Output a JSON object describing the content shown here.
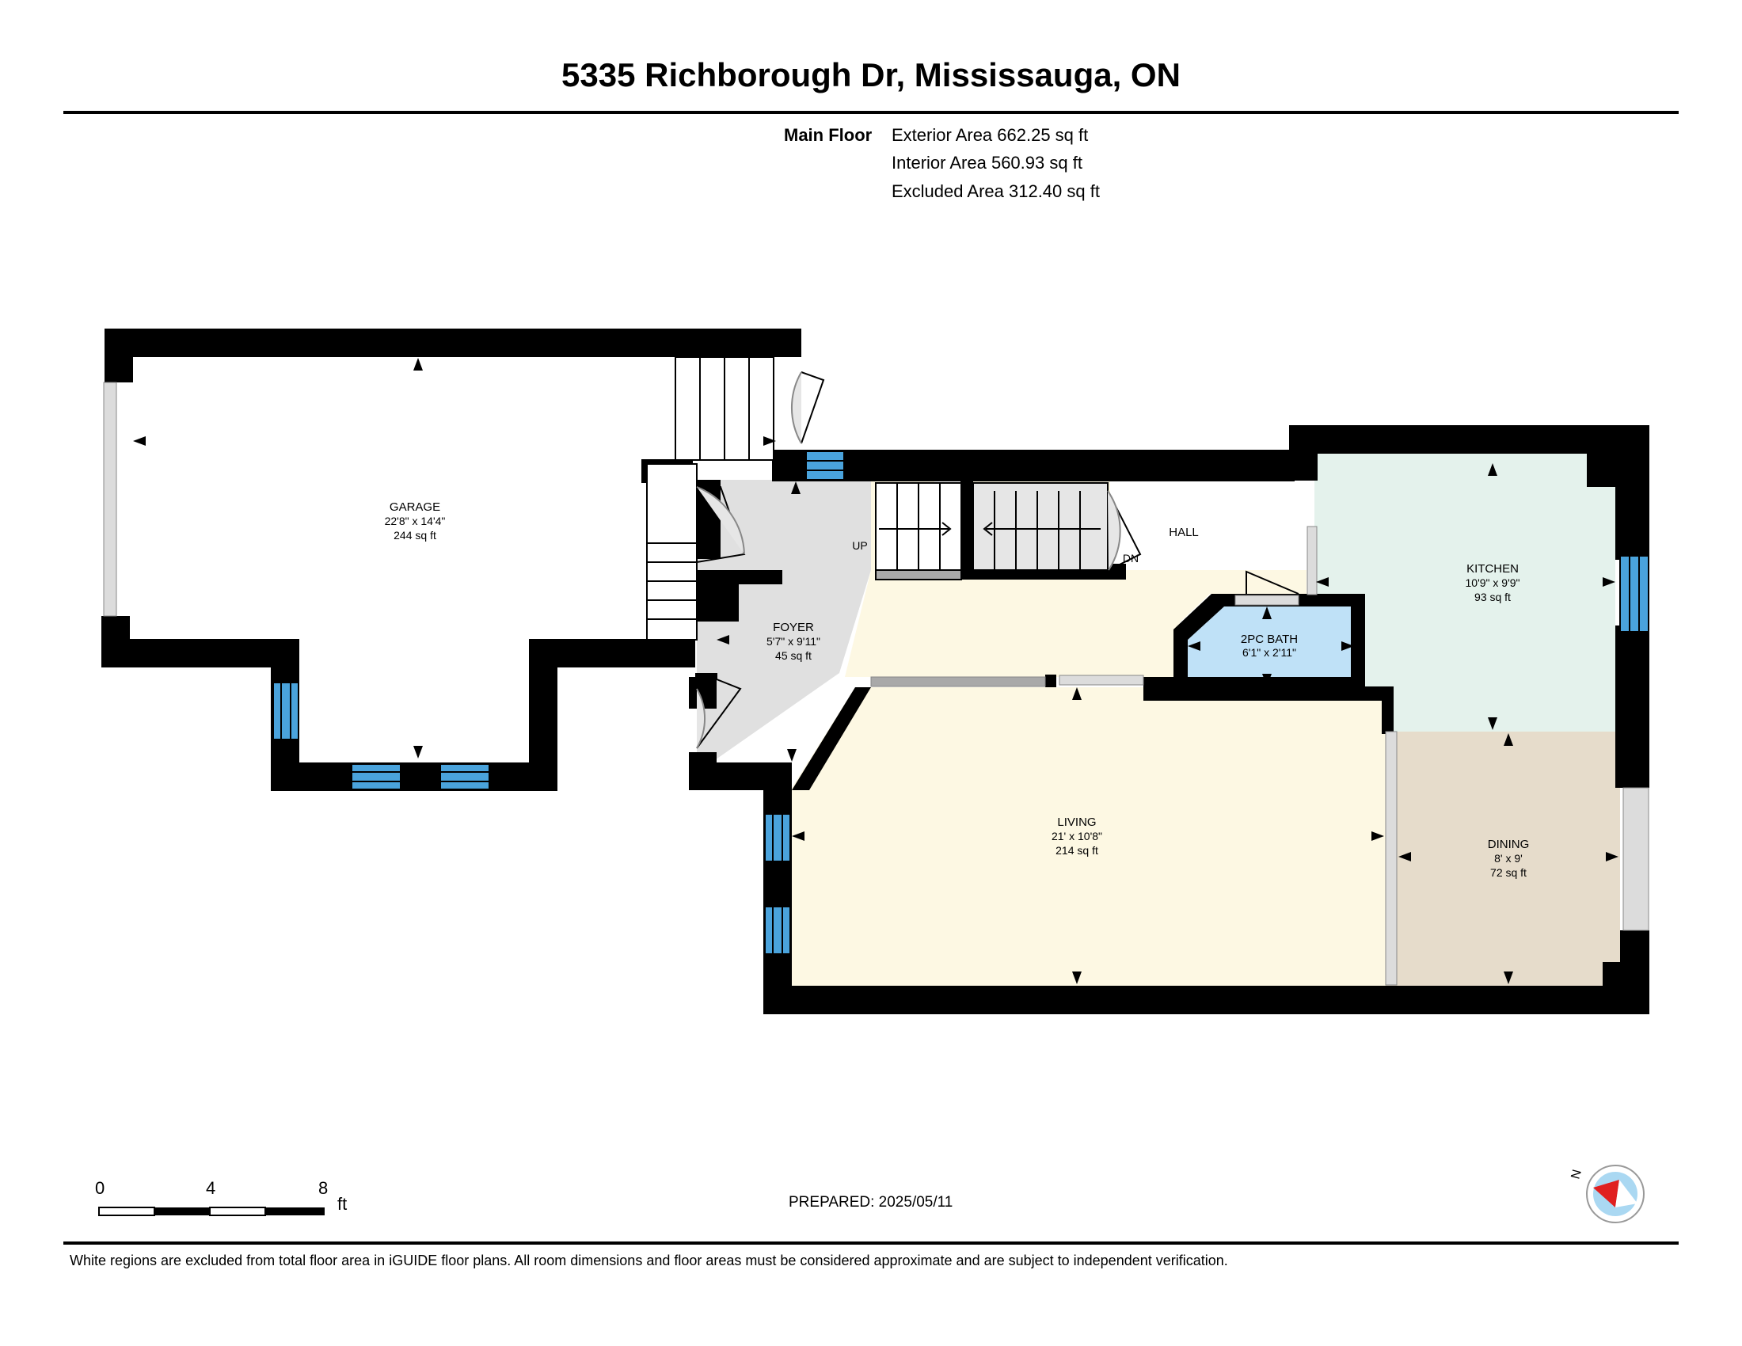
{
  "title": "5335 Richborough Dr, Mississauga, ON",
  "areas": {
    "floor_name": "Main Floor",
    "exterior": "Exterior Area 662.25 sq ft",
    "interior": "Interior Area 560.93 sq ft",
    "excluded": "Excluded Area 312.40 sq ft"
  },
  "rooms": {
    "garage": {
      "name": "GARAGE",
      "dims": "22'8\" x 14'4\"",
      "area": "244 sq ft"
    },
    "foyer": {
      "name": "FOYER",
      "dims": "5'7\" x 9'11\"",
      "area": "45 sq ft"
    },
    "hall": {
      "name": "HALL"
    },
    "kitchen": {
      "name": "KITCHEN",
      "dims": "10'9\" x 9'9\"",
      "area": "93 sq ft"
    },
    "bath": {
      "name": "2PC BATH",
      "dims": "6'1\" x 2'11\"",
      "area": ""
    },
    "living": {
      "name": "LIVING",
      "dims": "21' x 10'8\"",
      "area": "214 sq ft"
    },
    "dining": {
      "name": "DINING",
      "dims": "8' x 9'",
      "area": "72 sq ft"
    }
  },
  "stairs": {
    "up": "UP",
    "down": "DN"
  },
  "scale": {
    "labels": [
      "0",
      "4",
      "8"
    ],
    "unit": "ft"
  },
  "compass": {
    "label": "N"
  },
  "prepared": "PREPARED: 2025/05/11",
  "disclaimer": "White regions are excluded from total floor area in iGUIDE floor plans. All room dimensions and floor areas must be considered approximate and are subject to independent verification.",
  "colors": {
    "wall": "#000000",
    "window": "#4aa3dc",
    "foyer": "#e0e0e0",
    "hall": "#fdf8e3",
    "living": "#fdf8e3",
    "kitchen": "#e4f2ec",
    "dining": "#e6dccb",
    "bath": "#bfe1f7"
  }
}
